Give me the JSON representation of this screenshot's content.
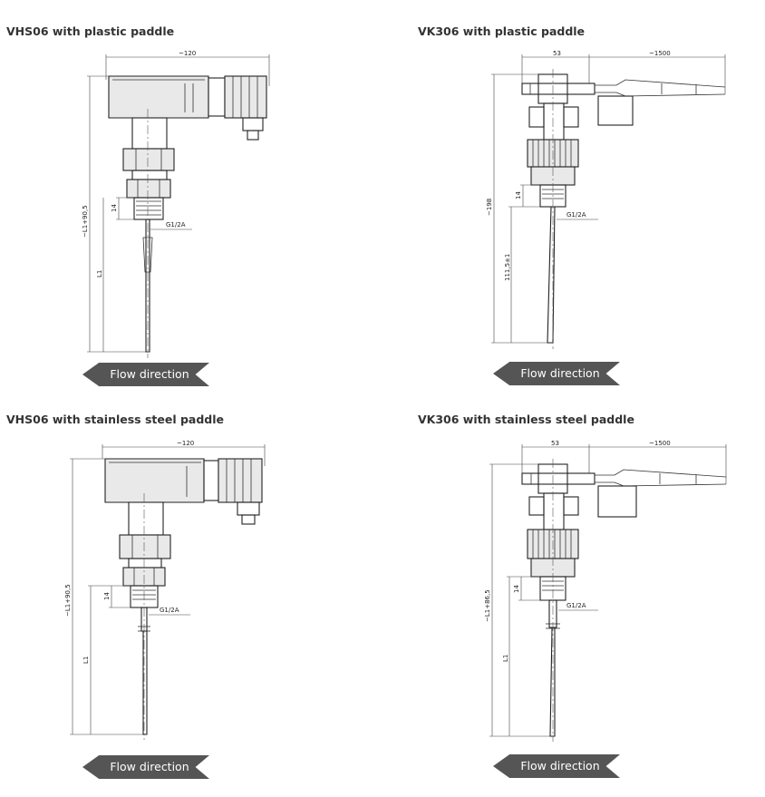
{
  "panels": [
    {
      "title": "VHS06 with plastic paddle",
      "dim_width": "~120",
      "dim_height": "~L1+90,5",
      "dim_thread_len": "14",
      "dim_thread": "G1/2A",
      "dim_paddle": "L1",
      "flow_label": "Flow direction"
    },
    {
      "title": "VK306 with plastic paddle",
      "dim_body_width": "53",
      "dim_cable": "~1500",
      "dim_height": "~198",
      "dim_thread_len": "14",
      "dim_thread": "G1/2A",
      "dim_paddle": "111,5±1",
      "flow_label": "Flow direction"
    },
    {
      "title": "VHS06 with stainless steel paddle",
      "dim_width": "~120",
      "dim_height": "~L1+90,5",
      "dim_thread_len": "14",
      "dim_thread": "G1/2A",
      "dim_paddle": "L1",
      "flow_label": "Flow direction"
    },
    {
      "title": "VK306 with stainless steel paddle",
      "dim_body_width": "53",
      "dim_cable": "~1500",
      "dim_height": "~L1+86,5",
      "dim_thread_len": "14",
      "dim_thread": "G1/2A",
      "dim_paddle": "L1",
      "flow_label": "Flow direction"
    }
  ],
  "colors": {
    "flow_badge": "#555555",
    "title_text": "#333333"
  },
  "icons": {
    "flow": "arrow-left-icon"
  }
}
